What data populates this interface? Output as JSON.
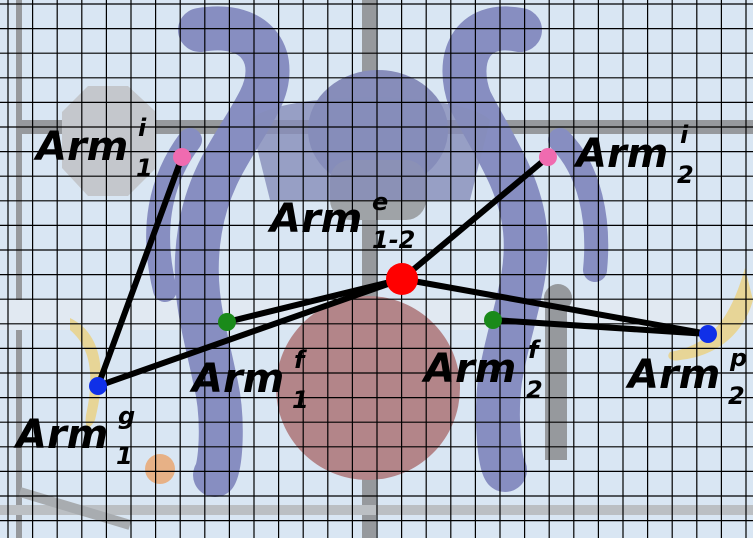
{
  "labels": {
    "arm1_i": {
      "base": "Arm",
      "sup": "i",
      "sub": "1"
    },
    "arm2_i": {
      "base": "Arm",
      "sup": "i",
      "sub": "2"
    },
    "arm12_e": {
      "base": "Arm",
      "sup": "e",
      "sub": "1-2"
    },
    "arm1_f": {
      "base": "Arm",
      "sup": "f",
      "sub": "1"
    },
    "arm2_f": {
      "base": "Arm",
      "sup": "f",
      "sub": "2"
    },
    "arm2_p": {
      "base": "Arm",
      "sup": "p",
      "sub": "2"
    },
    "arm1_g": {
      "base": "Arm",
      "sup": "g",
      "sub": "1"
    }
  },
  "colors": {
    "pink_point": "#f06bb0",
    "red_point": "#ff0000",
    "green_point": "#1a8a1a",
    "blue_point": "#1030e8",
    "link": "#000000",
    "grid": "#000000",
    "background": "#e6eef7"
  }
}
